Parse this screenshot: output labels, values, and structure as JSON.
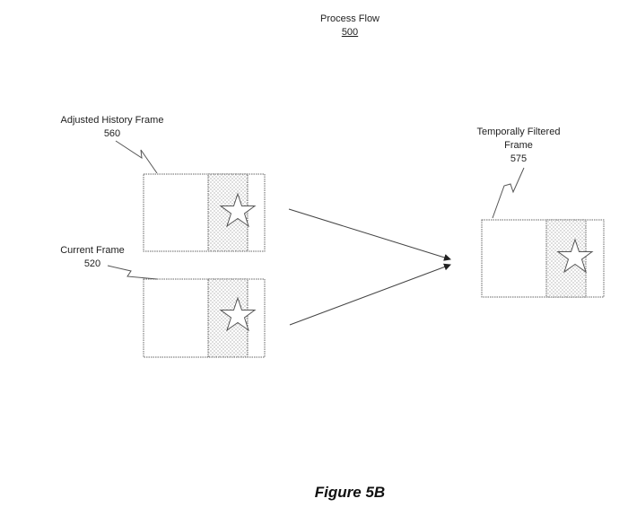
{
  "title": {
    "text": "Process Flow",
    "ref": "500"
  },
  "frames": [
    {
      "id": "adjusted-history-frame",
      "label": "Adjusted History Frame",
      "ref": "560"
    },
    {
      "id": "current-frame",
      "label": "Current Frame",
      "ref": "520"
    },
    {
      "id": "temporally-filtered-frame",
      "label_line1": "Temporally Filtered",
      "label_line2": "Frame",
      "ref": "575"
    }
  ],
  "caption": "Figure 5B",
  "colors": {
    "stroke": "#555555",
    "arrow": "#333333",
    "stipple": "#8a8a8a"
  }
}
